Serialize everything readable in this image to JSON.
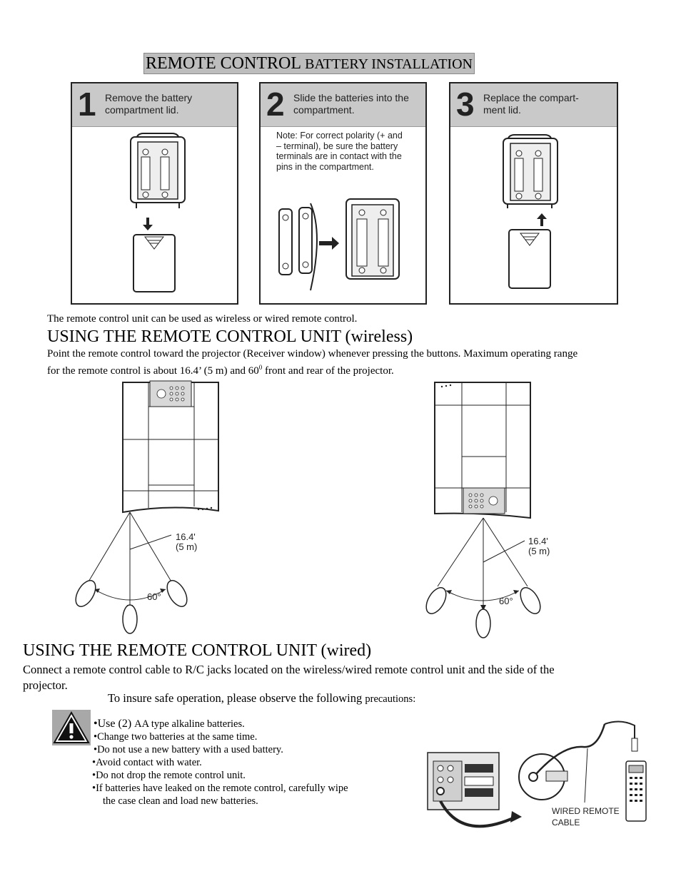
{
  "title": {
    "part1": "REMOTE CONTROL ",
    "part2": "BATTERY INSTALLATION"
  },
  "steps": [
    {
      "number": "1",
      "text": "Remove the battery compartment lid."
    },
    {
      "number": "2",
      "text": "Slide the batteries into the compartment.",
      "note": "Note: For correct polarity (+ and – terminal), be sure the battery terminals are in contact with the pins in the compartment."
    },
    {
      "number": "3",
      "text": "Replace the compart-ment lid."
    }
  ],
  "intro_text": "The remote control unit can be used as wireless or wired remote control.",
  "wireless": {
    "heading": "USING THE REMOTE CONTROL UNIT (wireless)",
    "text_a": "Point the remote control toward the projector (Receiver window) whenever pressing the buttons. Maximum operating range",
    "text_b_pre": "for the remote control is about 16.4’ (5 m) and 60",
    "text_b_sup": "0",
    "text_b_post": " front and rear of the projector.",
    "diagram_distance": "16.4'",
    "diagram_distance_m": "(5 m)",
    "diagram_angle": "60°"
  },
  "wired": {
    "heading": "USING THE REMOTE CONTROL UNIT (wired)",
    "text_a": "Connect a remote control cable to R/C jacks located on the wireless/wired remote control unit and the side of the",
    "text_b": "projector.",
    "precaution_pre": "To insure safe operation, please observe the following ",
    "precaution_post": "precautions:",
    "cable_label_1": "WIRED REMOTE",
    "cable_label_2": "CABLE"
  },
  "bullets": [
    {
      "pre": "•Use (2) ",
      "post": "AA type alkaline batteries."
    },
    {
      "pre": "•Change two batteries at the same time."
    },
    {
      "pre": "•Do not use a new battery with a used battery."
    },
    {
      "pre": "•Avoid contact with water."
    },
    {
      "pre": "•Do not drop the remote control unit."
    },
    {
      "pre": "•If batteries have leaked on the remote control, carefully wipe"
    },
    {
      "pre": "the case clean and load new batteries."
    }
  ],
  "icons": {
    "warning": "warning-triangle-icon"
  }
}
